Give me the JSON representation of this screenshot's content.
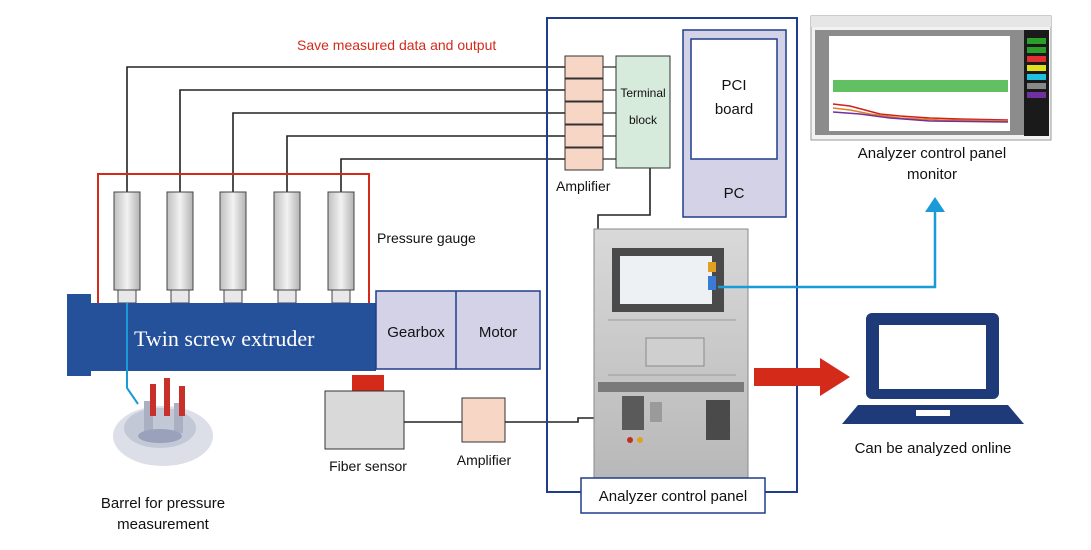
{
  "labels": {
    "save_output": "Save measured data and output",
    "terminal_line1": "Terminal",
    "terminal_line2": "block",
    "pci_line1": "PCI",
    "pci_line2": "board",
    "pc": "PC",
    "amplifier_top": "Amplifier",
    "pressure_gauge": "Pressure gauge",
    "extruder": "Twin screw extruder",
    "gearbox": "Gearbox",
    "motor": "Motor",
    "fiber_sensor": "Fiber sensor",
    "amplifier_bottom": "Amplifier",
    "barrel_line1": "Barrel for pressure",
    "barrel_line2": "measurement",
    "panel": "Analyzer control panel",
    "monitor_line1": "Analyzer control panel",
    "monitor_line2": "monitor",
    "online": "Can be analyzed online"
  },
  "colors": {
    "accent_red": "#d42a1a",
    "extruder_blue": "#25509a",
    "panel_border": "#1f3d8a",
    "arrow_blue": "#1a9ad6",
    "laptop_blue": "#1f3a78",
    "amp_fill": "#f8d6c6",
    "terminal_fill": "#d7ebdd",
    "pc_fill": "#d4d2e6",
    "gearbox_fill": "#d4d2e6"
  }
}
